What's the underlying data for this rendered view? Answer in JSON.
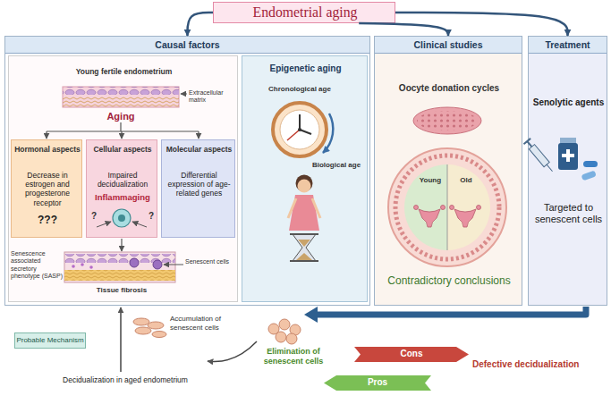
{
  "diagram": {
    "nodes": [
      {
        "text": [
          "Endometrial aging"
        ]
      },
      {
        "text": [
          "Causal factors"
        ]
      },
      {
        "text": [
          "Young fertile endometrium"
        ],
        "in": 1
      },
      {
        "text": [
          "Hormonal aspects",
          "Decrease in estrogen and progesterone receptor",
          "???"
        ],
        "in": 2
      },
      {
        "text": [
          "Cellular aspects",
          "Impaired decidualization",
          "Inflammaging"
        ],
        "in": 2
      },
      {
        "text": [
          "Molecular aspects",
          "Differential expression of age-related genes"
        ],
        "in": 2
      },
      {
        "text": [
          "Epigenetic aging"
        ],
        "in": 1
      },
      {
        "text": [
          "Clinical studies",
          "Oocyte donation cycles",
          "Contradictory conclusions"
        ]
      },
      {
        "text": [
          "Treatment",
          "Senolytic agents",
          "Targeted to senescent cells"
        ]
      },
      {
        "text": [
          "Probable Mechanism"
        ]
      },
      {
        "text": [
          "Cons"
        ]
      },
      {
        "text": [
          "Pros"
        ]
      }
    ],
    "edges": [
      {
        "from": 0,
        "to": 1,
        "arrow": "to"
      },
      {
        "from": 0,
        "to": 7,
        "arrow": "to"
      },
      {
        "from": 0,
        "to": 8,
        "arrow": "to"
      }
    ],
    "labels": [
      "Extracellular matrix",
      "Aging",
      "?",
      "?",
      "Senescence associated secretory phenotype (SASP)",
      "Senescent cells",
      "Tissue fibrosis",
      "Chronological age",
      "Biological age",
      "Young",
      "Old",
      "Accumulation of senescent cells",
      "Decidualization in aged endometrium",
      "Elimination of senescent cells",
      "Defective decidualization"
    ]
  }
}
